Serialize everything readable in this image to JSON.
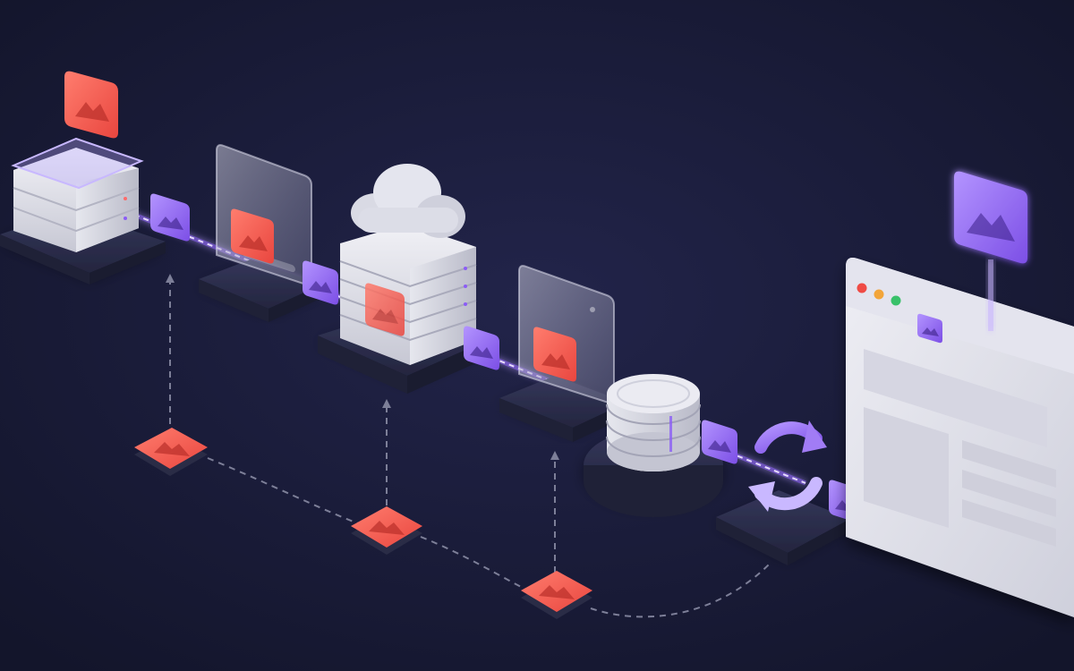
{
  "diagram": {
    "nodes": [
      {
        "id": "upload-server",
        "kind": "server-stack",
        "icon": "image-icon"
      },
      {
        "id": "transform-panel-1",
        "kind": "glass-panel",
        "icon": "image-icon"
      },
      {
        "id": "cloud-server",
        "kind": "cloud-server-rack",
        "icon": "cloud-icon"
      },
      {
        "id": "transform-panel-2",
        "kind": "glass-panel",
        "icon": "image-icon"
      },
      {
        "id": "storage-database",
        "kind": "database-disks",
        "icon": "database-icon"
      },
      {
        "id": "sync-process",
        "kind": "refresh-cycle",
        "icon": "refresh-icon"
      },
      {
        "id": "browser-window",
        "kind": "browser",
        "icon": "browser-icon"
      }
    ],
    "flow_icons": {
      "primary": "purple-image-tile",
      "cached": "red-image-tile"
    },
    "fallback_tiles": 4
  },
  "colors": {
    "background": "#161831",
    "accent": "#8b5cf6",
    "accent_light": "#a78bfa",
    "cached": "#f05a52",
    "cached_light": "#ff7b6b",
    "platform": "#2b2d48",
    "metal": "#dcdde6",
    "dashed_line": "#8a8ca3",
    "browser_red": "#ef4b45",
    "browser_yellow": "#f2a53a",
    "browser_green": "#39c16a"
  }
}
